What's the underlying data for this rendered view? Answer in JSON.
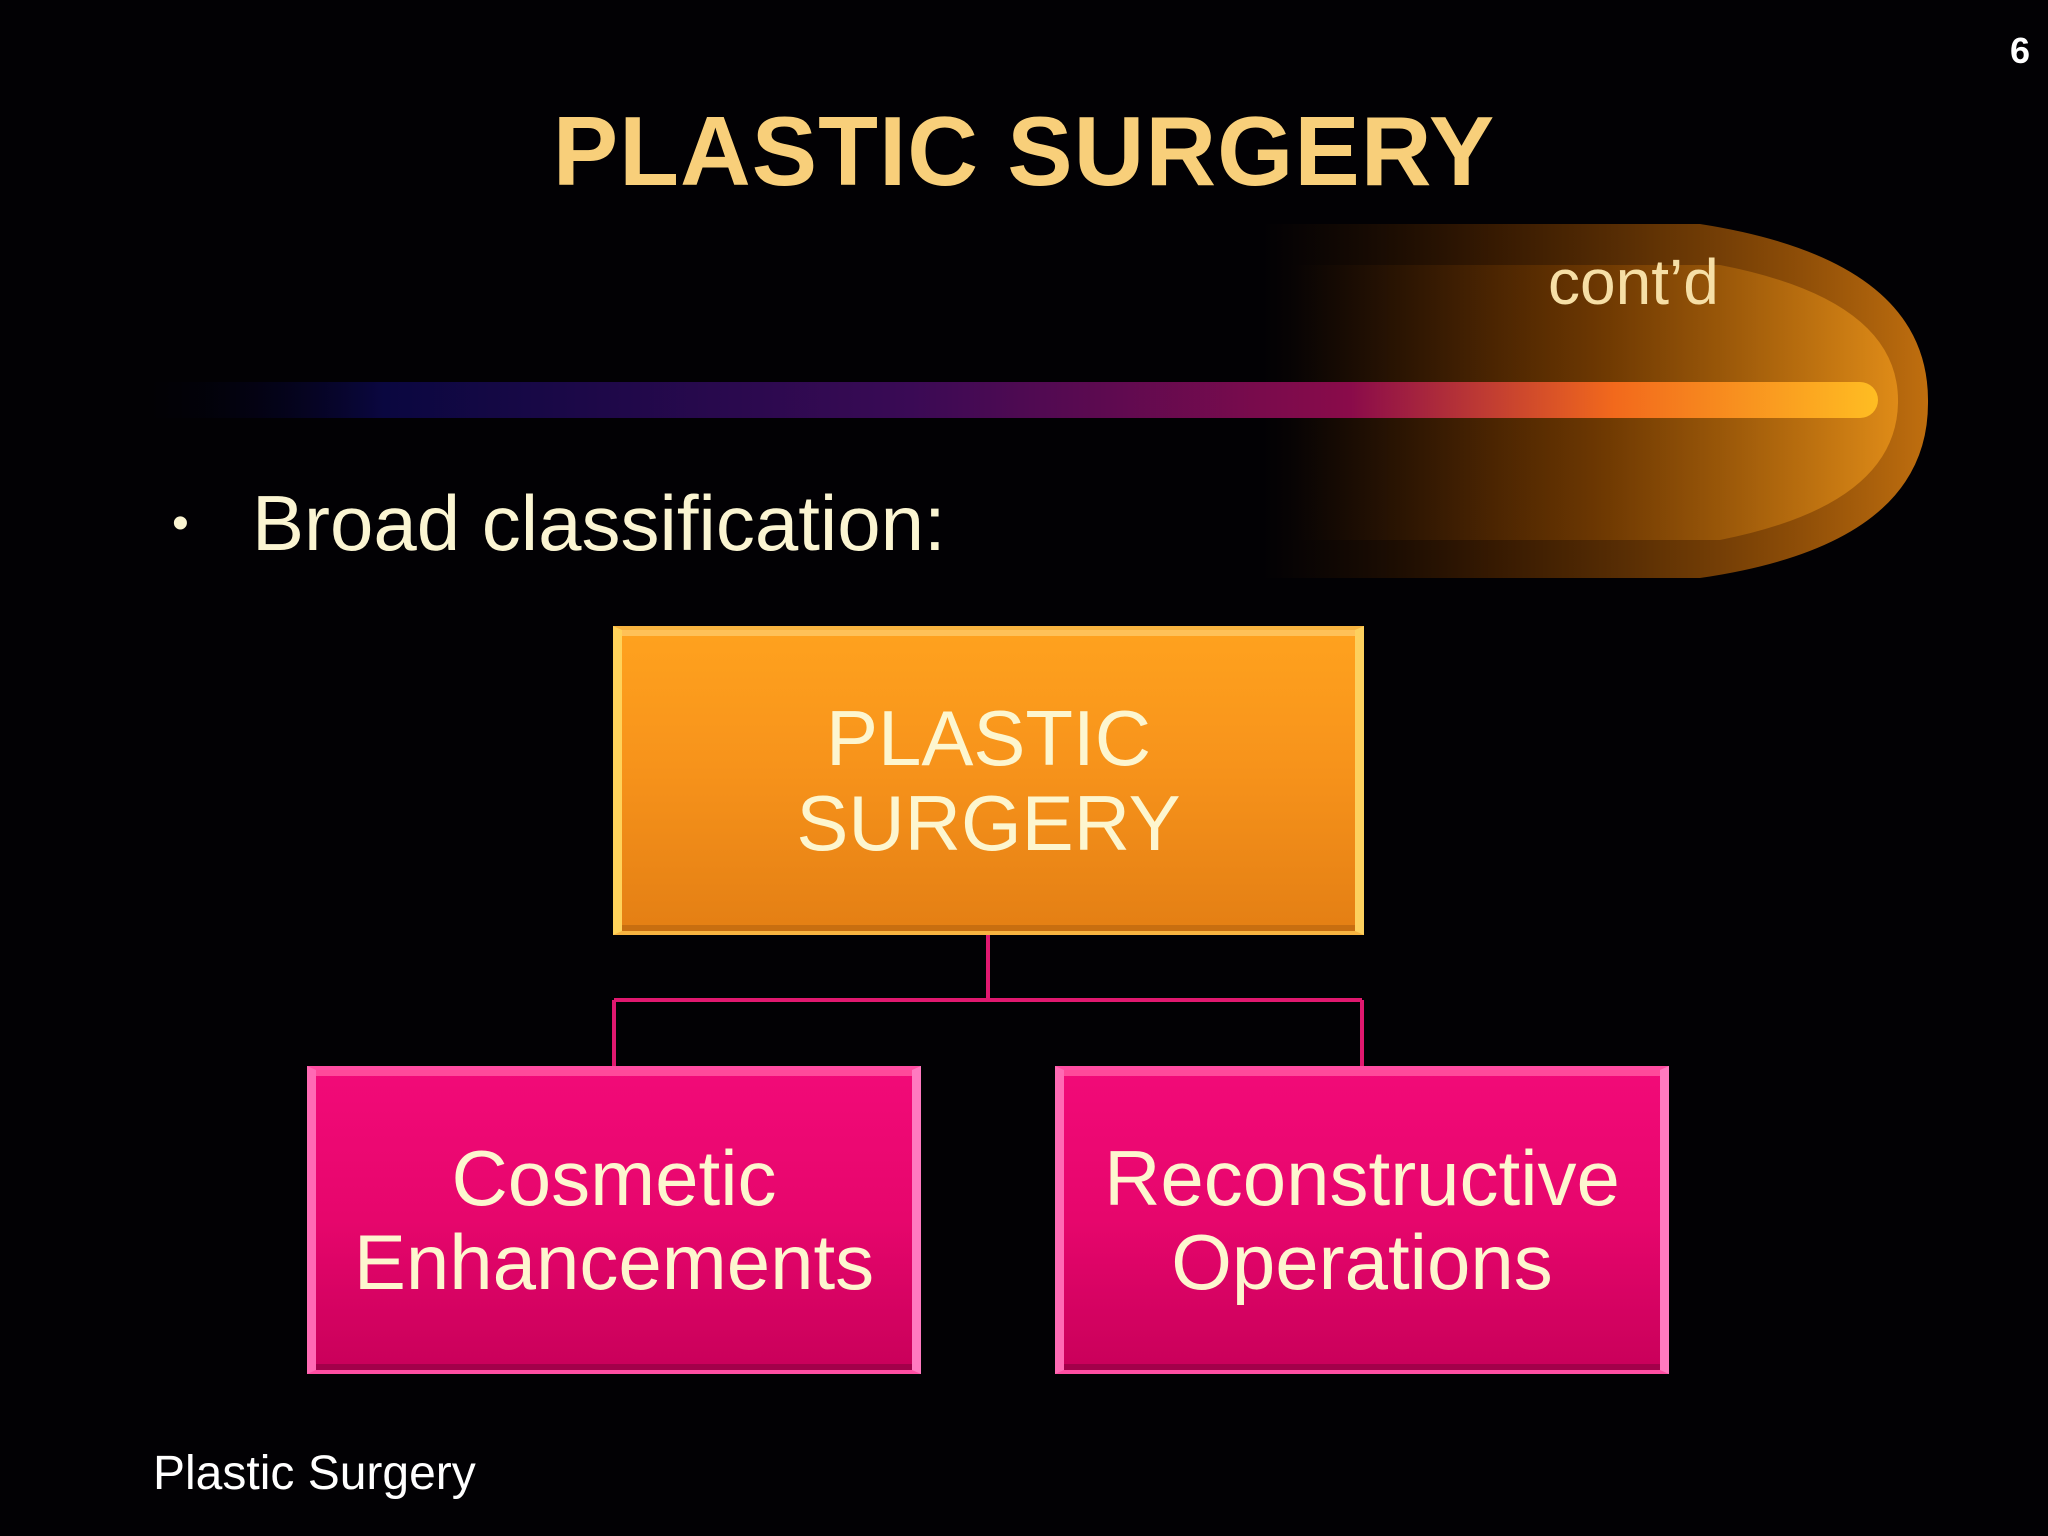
{
  "slide": {
    "number": "6",
    "title": "PLASTIC SURGERY",
    "subtitle": "cont’d",
    "bullet": "Broad classification:",
    "footer": "Plastic Surgery"
  },
  "diagram": {
    "root": "PLASTIC\nSURGERY",
    "children": [
      "Cosmetic\nEnhancements",
      "Reconstructive\nOperations"
    ]
  },
  "colors": {
    "background": "#020104",
    "title": "#f8cf7a",
    "root_fill": "#f7931b",
    "child_fill": "#e6066c",
    "connector": "#e0186f"
  }
}
